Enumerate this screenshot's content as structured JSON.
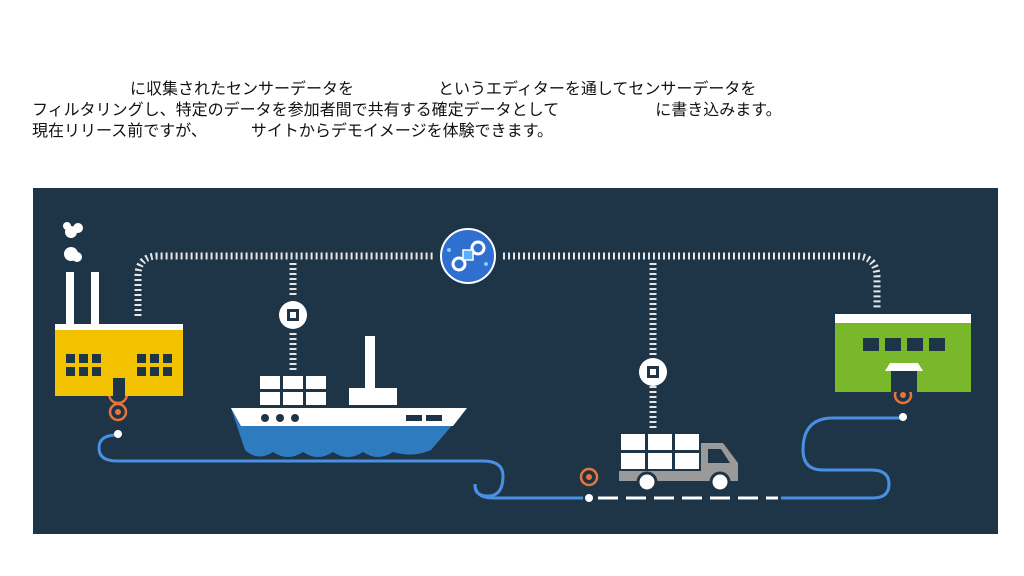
{
  "text": {
    "line1": {
      "part1": "に収集されたセンサーデータを",
      "part2": "というエディターを通してセンサーデータを"
    },
    "line2": {
      "part1": "フィルタリングし、特定のデータを参加者間で共有する確定データとして",
      "part2": "に書き込みます。"
    },
    "line3": {
      "part1": "現在リリース前ですが、",
      "part2": "サイトからデモイメージを体験できます。"
    }
  },
  "illustration": {
    "colors": {
      "background": "#1e3447",
      "factory": "#f2c200",
      "warehouse": "#78b82a",
      "route": "#4a90e2",
      "pin": "#e8743b",
      "ship_hull": "#2f7bbf",
      "truck": "#9a9a9a",
      "hub": "#2f6fd0"
    },
    "icons": [
      "factory-icon",
      "ship-icon",
      "truck-icon",
      "warehouse-icon",
      "blockchain-hub-icon",
      "sensor-chip-icon",
      "location-pin-icon"
    ]
  }
}
